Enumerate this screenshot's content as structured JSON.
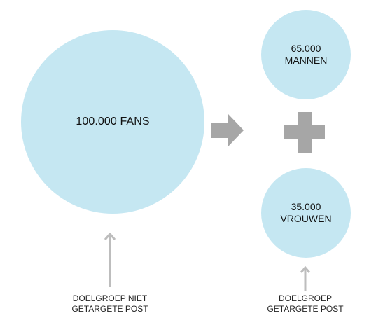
{
  "colors": {
    "circle_fill": "#c5e7f2",
    "arrow_fill": "#a6a6a6",
    "pointer_stroke": "#bdbdbd",
    "text": "#111111"
  },
  "total": {
    "label": "100.000 FANS"
  },
  "men": {
    "count": "65.000",
    "label": "MANNEN"
  },
  "women": {
    "count": "35.000",
    "label": "VROUWEN"
  },
  "captions": {
    "left_line1": "DOELGROEP NIET",
    "left_line2": "GETARGETE POST",
    "right_line1": "DOELGROEP",
    "right_line2": "GETARGETE POST"
  },
  "icons": {
    "arrow": "arrow-right-icon",
    "plus": "plus-icon",
    "pointer": "arrow-up-icon"
  }
}
